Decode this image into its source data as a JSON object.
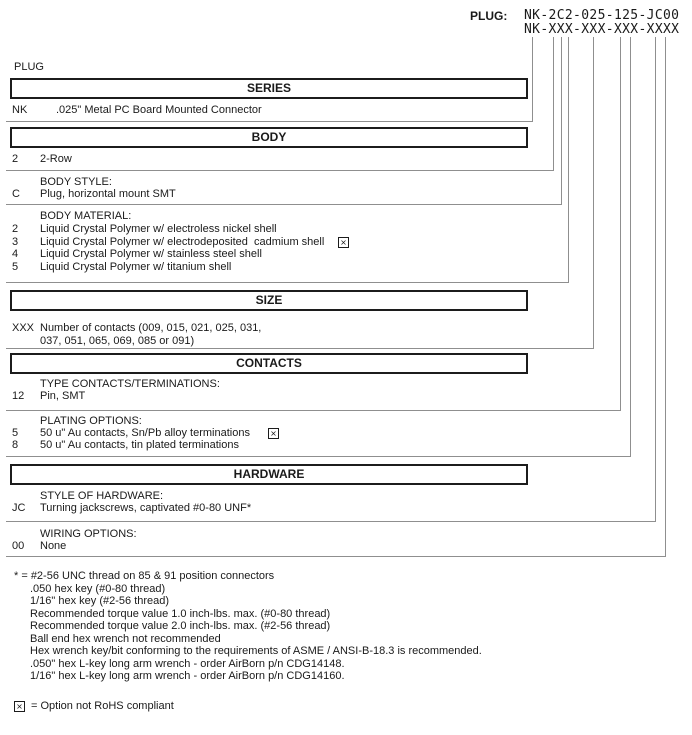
{
  "header": {
    "plug_label": "PLUG:",
    "part_number_example": "NK-2C2-025-125-JC00",
    "part_number_template": "NK-XXX-XXX-XXX-XXXX"
  },
  "diagram": {
    "plug_caption": "PLUG"
  },
  "icons": {
    "not_rohs_x": "×"
  },
  "series": {
    "title": "SERIES",
    "code": "NK",
    "desc": ".025\" Metal PC Board Mounted Connector"
  },
  "body_section": {
    "title": "BODY",
    "row_code": "2",
    "row_desc": "2-Row",
    "style_heading": "BODY STYLE:",
    "style_code": "C",
    "style_desc": "Plug, horizontal mount SMT",
    "material_heading": "BODY MATERIAL:",
    "materials": [
      {
        "code": "2",
        "desc": "Liquid Crystal Polymer w/ electroless nickel shell"
      },
      {
        "code": "3",
        "desc": "Liquid Crystal Polymer w/ electrodeposited  cadmium shell"
      },
      {
        "code": "4",
        "desc": "Liquid Crystal Polymer w/ stainless steel shell"
      },
      {
        "code": "5",
        "desc": "Liquid Crystal Polymer w/ titanium shell"
      }
    ]
  },
  "size": {
    "title": "SIZE",
    "code": "XXX",
    "desc_line1": "Number of contacts (009, 015, 021, 025, 031,",
    "desc_line2": "037, 051, 065, 069, 085 or 091)"
  },
  "contacts": {
    "title": "CONTACTS",
    "type_heading": "TYPE CONTACTS/TERMINATIONS:",
    "type_code": "12",
    "type_desc": "Pin, SMT",
    "plating_heading": "PLATING OPTIONS:",
    "plating": [
      {
        "code": "5",
        "desc": "50 u\" Au contacts, Sn/Pb alloy terminations"
      },
      {
        "code": "8",
        "desc": "50 u\" Au contacts, tin plated terminations"
      }
    ]
  },
  "hardware": {
    "title": "HARDWARE",
    "style_heading": "STYLE OF HARDWARE:",
    "style_code": "JC",
    "style_desc": "Turning jackscrews, captivated #0-80 UNF*",
    "wiring_heading": "WIRING OPTIONS:",
    "wiring_code": "00",
    "wiring_desc": "None"
  },
  "footnotes": {
    "asterisk_line": "* = #2-56 UNC thread on 85 & 91 position connectors",
    "lines": [
      ".050 hex key (#0-80 thread)",
      "1/16\" hex key (#2-56 thread)",
      "Recommended torque value 1.0 inch-lbs. max. (#0-80 thread)",
      "Recommended torque value 2.0 inch-lbs. max. (#2-56 thread)",
      "Ball end hex wrench not recommended",
      "Hex wrench key/bit conforming to the requirements of ASME / ANSI-B-18.3 is recommended.",
      ".050\" hex L-key long arm wrench - order AirBorn p/n CDG14148.",
      "1/16\" hex L-key long arm wrench - order AirBorn p/n CDG14160."
    ],
    "rohs_note": "= Option not RoHS compliant"
  }
}
